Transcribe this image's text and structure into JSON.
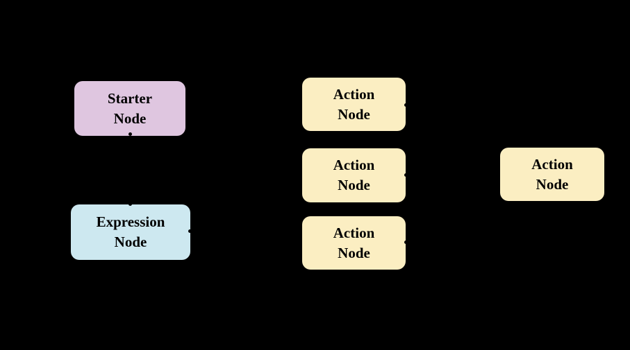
{
  "diagram": {
    "background_color": "#000000",
    "text_color": "#000000",
    "nodes": [
      {
        "type": "starter",
        "lines": [
          "Starter",
          "Node"
        ],
        "fill": "#dfc6e0"
      },
      {
        "type": "expression",
        "lines": [
          "Expression",
          "Node"
        ],
        "fill": "#cde8f0"
      },
      {
        "type": "action",
        "lines": [
          "Action",
          "Node"
        ],
        "fill": "#fbeec2"
      },
      {
        "type": "action",
        "lines": [
          "Action",
          "Node"
        ],
        "fill": "#fbeec2"
      },
      {
        "type": "action",
        "lines": [
          "Action",
          "Node"
        ],
        "fill": "#fbeec2"
      },
      {
        "type": "action",
        "lines": [
          "Action",
          "Node"
        ],
        "fill": "#fbeec2"
      }
    ]
  }
}
